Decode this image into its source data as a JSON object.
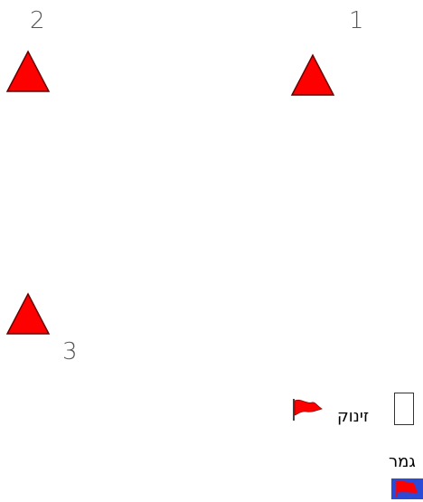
{
  "colors": {
    "buoy_fill": "#ff0000",
    "buoy_stroke": "#6b0000",
    "flag_red": "#ff0000",
    "finish_box": "#2b4bd6",
    "number_color": "#555555"
  },
  "marks": [
    {
      "label": "1",
      "icon": "triangle-buoy-icon"
    },
    {
      "label": "2",
      "icon": "triangle-buoy-icon"
    },
    {
      "label": "3",
      "icon": "triangle-buoy-icon"
    }
  ],
  "start": {
    "label": "זינוק",
    "icon": "red-flag-icon",
    "marker_glyph": "□"
  },
  "finish": {
    "label": "גמר",
    "icon": "finish-flag-icon"
  }
}
